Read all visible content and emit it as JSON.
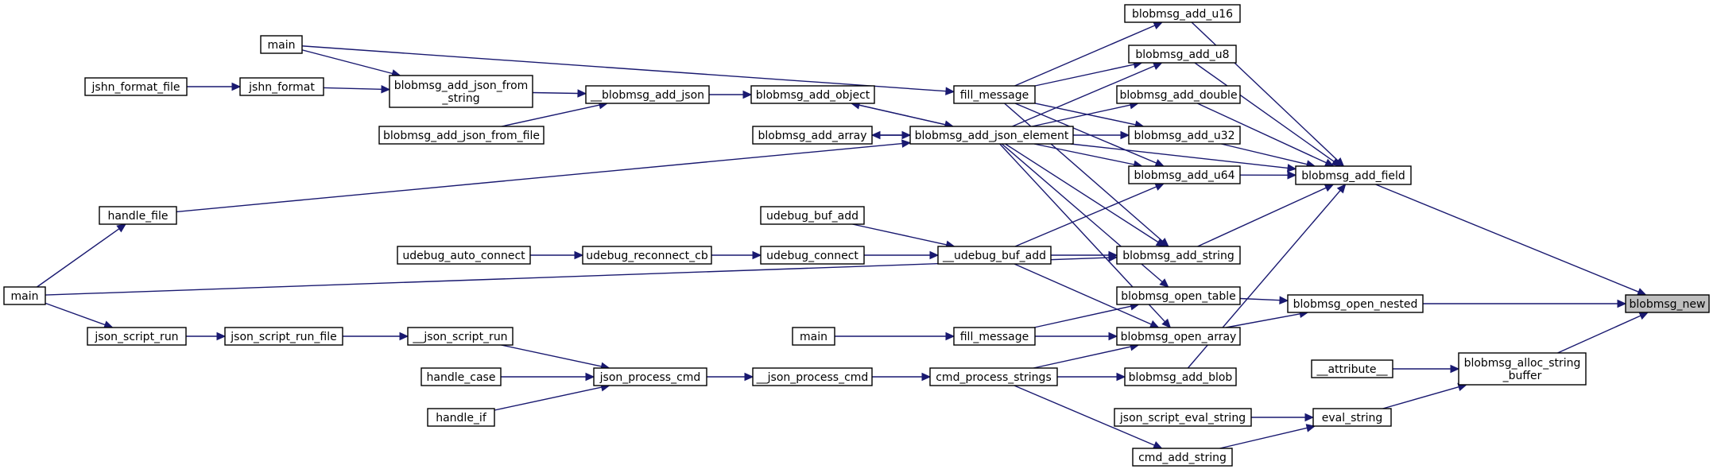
{
  "graph": {
    "nodes": [
      {
        "id": "blobmsg_new",
        "lines": [
          "blobmsg_new"
        ],
        "current": true
      },
      {
        "id": "blobmsg_add_field",
        "lines": [
          "blobmsg_add_field"
        ]
      },
      {
        "id": "blobmsg_open_nested",
        "lines": [
          "blobmsg_open_nested"
        ]
      },
      {
        "id": "blobmsg_alloc_string_buffer",
        "lines": [
          "blobmsg_alloc_string",
          "_buffer"
        ]
      },
      {
        "id": "attribute",
        "lines": [
          "__attribute__"
        ]
      },
      {
        "id": "eval_string",
        "lines": [
          "eval_string"
        ]
      },
      {
        "id": "json_script_eval_string",
        "lines": [
          "json_script_eval_string"
        ]
      },
      {
        "id": "cmd_add_string",
        "lines": [
          "cmd_add_string"
        ]
      },
      {
        "id": "blobmsg_add_u16",
        "lines": [
          "blobmsg_add_u16"
        ]
      },
      {
        "id": "blobmsg_add_u8",
        "lines": [
          "blobmsg_add_u8"
        ]
      },
      {
        "id": "blobmsg_add_double",
        "lines": [
          "blobmsg_add_double"
        ]
      },
      {
        "id": "blobmsg_add_u32",
        "lines": [
          "blobmsg_add_u32"
        ]
      },
      {
        "id": "blobmsg_add_u64",
        "lines": [
          "blobmsg_add_u64"
        ]
      },
      {
        "id": "blobmsg_add_string",
        "lines": [
          "blobmsg_add_string"
        ]
      },
      {
        "id": "blobmsg_open_table",
        "lines": [
          "blobmsg_open_table"
        ]
      },
      {
        "id": "blobmsg_open_array",
        "lines": [
          "blobmsg_open_array"
        ]
      },
      {
        "id": "blobmsg_add_blob",
        "lines": [
          "blobmsg_add_blob"
        ]
      },
      {
        "id": "fill_message_1",
        "lines": [
          "fill_message"
        ]
      },
      {
        "id": "blobmsg_add_json_element",
        "lines": [
          "blobmsg_add_json_element"
        ]
      },
      {
        "id": "udebug_buf_add_2",
        "lines": [
          "__udebug_buf_add"
        ]
      },
      {
        "id": "fill_message_2",
        "lines": [
          "fill_message"
        ]
      },
      {
        "id": "cmd_process_strings",
        "lines": [
          "cmd_process_strings"
        ]
      },
      {
        "id": "blobmsg_add_object",
        "lines": [
          "blobmsg_add_object"
        ]
      },
      {
        "id": "blobmsg_add_array",
        "lines": [
          "blobmsg_add_array"
        ]
      },
      {
        "id": "udebug_buf_add",
        "lines": [
          "udebug_buf_add"
        ]
      },
      {
        "id": "udebug_connect",
        "lines": [
          "udebug_connect"
        ]
      },
      {
        "id": "main_3",
        "lines": [
          "main"
        ]
      },
      {
        "id": "json_process_cmd_2",
        "lines": [
          "__json_process_cmd"
        ]
      },
      {
        "id": "blobmsg_add_json_2",
        "lines": [
          "__blobmsg_add_json"
        ]
      },
      {
        "id": "udebug_reconnect_cb",
        "lines": [
          "udebug_reconnect_cb"
        ]
      },
      {
        "id": "json_process_cmd",
        "lines": [
          "json_process_cmd"
        ]
      },
      {
        "id": "blobmsg_add_json_from_string",
        "lines": [
          "blobmsg_add_json_from",
          "_string"
        ]
      },
      {
        "id": "blobmsg_add_json_from_file",
        "lines": [
          "blobmsg_add_json_from_file"
        ]
      },
      {
        "id": "udebug_auto_connect",
        "lines": [
          "udebug_auto_connect"
        ]
      },
      {
        "id": "json_script_run_2",
        "lines": [
          "__json_script_run"
        ]
      },
      {
        "id": "handle_case",
        "lines": [
          "handle_case"
        ]
      },
      {
        "id": "handle_if",
        "lines": [
          "handle_if"
        ]
      },
      {
        "id": "jshn_format",
        "lines": [
          "jshn_format"
        ]
      },
      {
        "id": "json_script_run_file",
        "lines": [
          "json_script_run_file"
        ]
      },
      {
        "id": "main_1",
        "lines": [
          "main"
        ]
      },
      {
        "id": "jshn_format_file",
        "lines": [
          "jshn_format_file"
        ]
      },
      {
        "id": "json_script_run",
        "lines": [
          "json_script_run"
        ]
      },
      {
        "id": "handle_file",
        "lines": [
          "handle_file"
        ]
      },
      {
        "id": "main_2",
        "lines": [
          "main"
        ]
      }
    ],
    "edges": [
      [
        "blobmsg_add_field",
        "blobmsg_new"
      ],
      [
        "blobmsg_open_nested",
        "blobmsg_new"
      ],
      [
        "blobmsg_alloc_string_buffer",
        "blobmsg_new"
      ],
      [
        "blobmsg_add_u16",
        "blobmsg_add_field"
      ],
      [
        "blobmsg_add_u8",
        "blobmsg_add_field"
      ],
      [
        "blobmsg_add_double",
        "blobmsg_add_field"
      ],
      [
        "blobmsg_add_u32",
        "blobmsg_add_field"
      ],
      [
        "blobmsg_add_u64",
        "blobmsg_add_field"
      ],
      [
        "blobmsg_add_string",
        "blobmsg_add_field"
      ],
      [
        "blobmsg_add_blob",
        "blobmsg_add_field"
      ],
      [
        "blobmsg_add_json_element",
        "blobmsg_add_field"
      ],
      [
        "blobmsg_open_table",
        "blobmsg_open_nested"
      ],
      [
        "blobmsg_open_array",
        "blobmsg_open_nested"
      ],
      [
        "attribute",
        "blobmsg_alloc_string_buffer"
      ],
      [
        "eval_string",
        "blobmsg_alloc_string_buffer"
      ],
      [
        "json_script_eval_string",
        "eval_string"
      ],
      [
        "cmd_add_string",
        "eval_string"
      ],
      [
        "cmd_process_strings",
        "cmd_add_string"
      ],
      [
        "fill_message_1",
        "blobmsg_add_u16"
      ],
      [
        "fill_message_1",
        "blobmsg_add_u8"
      ],
      [
        "fill_message_1",
        "blobmsg_add_u32"
      ],
      [
        "fill_message_1",
        "blobmsg_add_u64"
      ],
      [
        "fill_message_1",
        "blobmsg_add_string"
      ],
      [
        "blobmsg_add_json_element",
        "blobmsg_add_u8"
      ],
      [
        "blobmsg_add_json_element",
        "blobmsg_add_double"
      ],
      [
        "blobmsg_add_json_element",
        "blobmsg_add_u32"
      ],
      [
        "blobmsg_add_json_element",
        "blobmsg_add_u64"
      ],
      [
        "blobmsg_add_json_element",
        "blobmsg_add_string"
      ],
      [
        "blobmsg_add_json_element",
        "blobmsg_open_table"
      ],
      [
        "blobmsg_add_json_element",
        "blobmsg_open_array"
      ],
      [
        "udebug_buf_add_2",
        "blobmsg_add_u64"
      ],
      [
        "udebug_buf_add_2",
        "blobmsg_add_string"
      ],
      [
        "udebug_buf_add_2",
        "blobmsg_open_array"
      ],
      [
        "fill_message_2",
        "blobmsg_open_table"
      ],
      [
        "fill_message_2",
        "blobmsg_open_array"
      ],
      [
        "cmd_process_strings",
        "blobmsg_open_array"
      ],
      [
        "cmd_process_strings",
        "blobmsg_add_blob"
      ],
      [
        "main_2",
        "blobmsg_add_string"
      ],
      [
        "main_1",
        "fill_message_1"
      ],
      [
        "blobmsg_add_object",
        "blobmsg_add_json_element"
      ],
      [
        "blobmsg_add_array",
        "blobmsg_add_json_element"
      ],
      [
        "blobmsg_add_json_element",
        "blobmsg_add_object"
      ],
      [
        "blobmsg_add_json_element",
        "blobmsg_add_array"
      ],
      [
        "handle_file",
        "blobmsg_add_json_element"
      ],
      [
        "udebug_buf_add",
        "udebug_buf_add_2"
      ],
      [
        "udebug_connect",
        "udebug_buf_add_2"
      ],
      [
        "main_3",
        "fill_message_2"
      ],
      [
        "json_process_cmd_2",
        "cmd_process_strings"
      ],
      [
        "blobmsg_add_json_2",
        "blobmsg_add_object"
      ],
      [
        "udebug_reconnect_cb",
        "udebug_connect"
      ],
      [
        "json_process_cmd",
        "json_process_cmd_2"
      ],
      [
        "blobmsg_add_json_from_string",
        "blobmsg_add_json_2"
      ],
      [
        "blobmsg_add_json_from_file",
        "blobmsg_add_json_2"
      ],
      [
        "udebug_auto_connect",
        "udebug_reconnect_cb"
      ],
      [
        "json_script_run_2",
        "json_process_cmd"
      ],
      [
        "handle_case",
        "json_process_cmd"
      ],
      [
        "handle_if",
        "json_process_cmd"
      ],
      [
        "jshn_format",
        "blobmsg_add_json_from_string"
      ],
      [
        "main_1",
        "blobmsg_add_json_from_string"
      ],
      [
        "json_script_run_file",
        "json_script_run_2"
      ],
      [
        "jshn_format_file",
        "jshn_format"
      ],
      [
        "json_script_run",
        "json_script_run_file"
      ],
      [
        "main_2",
        "json_script_run"
      ],
      [
        "main_2",
        "handle_file"
      ]
    ]
  }
}
